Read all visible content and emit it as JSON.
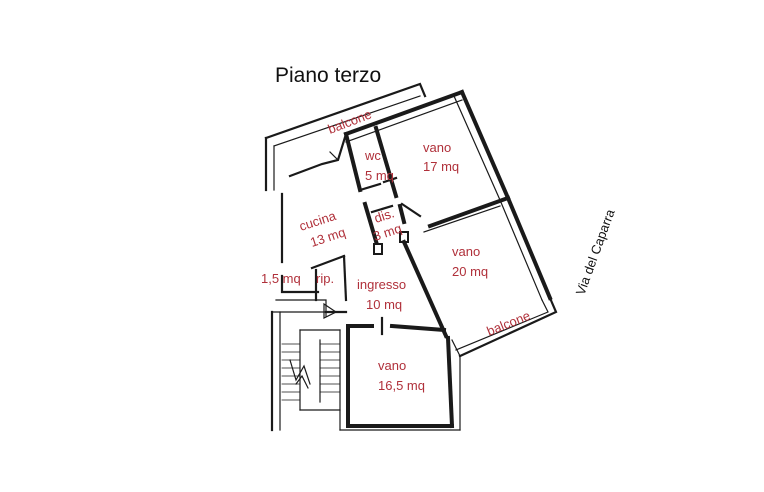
{
  "plan": {
    "title": "Piano terzo",
    "street": "Via del Caparra",
    "rooms": [
      {
        "id": "balcone-top",
        "lines": [
          "balcone"
        ]
      },
      {
        "id": "wc",
        "lines": [
          "wc",
          "5 mq"
        ]
      },
      {
        "id": "vano-17",
        "lines": [
          "vano",
          "17 mq"
        ]
      },
      {
        "id": "cucina",
        "lines": [
          "cucina",
          "13 mq"
        ]
      },
      {
        "id": "dis",
        "lines": [
          "dis.",
          "3 mq"
        ]
      },
      {
        "id": "vano-20",
        "lines": [
          "vano",
          "20 mq"
        ]
      },
      {
        "id": "rip-area",
        "lines": [
          "1,5 mq"
        ]
      },
      {
        "id": "rip",
        "lines": [
          "rip."
        ]
      },
      {
        "id": "ingresso",
        "lines": [
          "ingresso",
          "10 mq"
        ]
      },
      {
        "id": "balcone-right",
        "lines": [
          "balcone"
        ]
      },
      {
        "id": "vano-16",
        "lines": [
          "vano",
          "16,5 mq"
        ]
      }
    ],
    "colors": {
      "label": "#b0303a",
      "wall": "#1a1a1a"
    }
  }
}
